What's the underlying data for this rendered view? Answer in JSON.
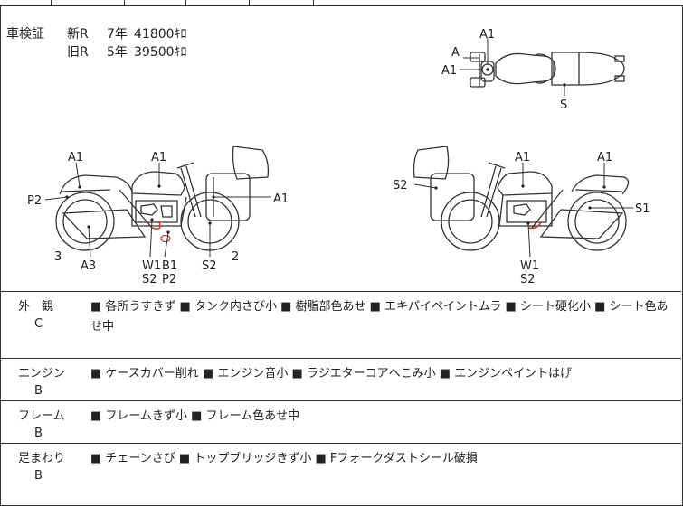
{
  "inspection": {
    "label": "車検証",
    "rows": [
      {
        "type": "新R",
        "years": "7年",
        "price": "41800ｷﾛ"
      },
      {
        "type": "旧R",
        "years": "5年",
        "price": "39500ｷﾛ"
      }
    ]
  },
  "diagram": {
    "top_view": {
      "a1_top": "A1",
      "a": "A",
      "a1_left": "A1",
      "s": "S"
    },
    "left_view": {
      "a1_front": "A1",
      "a1_tank": "A1",
      "p2": "P2",
      "a1_right": "A1",
      "num3": "3",
      "a3": "A3",
      "w1": "W1",
      "b1": "B1",
      "s2_low": "S2",
      "p2_low": "P2",
      "s2_wheel": "S2",
      "num2": "2"
    },
    "right_view": {
      "s2_left": "S2",
      "a1_tank": "A1",
      "a1_rear": "A1",
      "s1": "S1",
      "w1": "W1",
      "s2_low": "S2"
    }
  },
  "sections": [
    {
      "name": "外　観",
      "grade": "C",
      "notes": "■ 各所うすきず ■ タンク内さび小 ■ 樹脂部色あせ ■ エキパイペイントムラ ■ シート硬化小 ■ シート色あせ中"
    },
    {
      "name": "エンジン",
      "grade": "B",
      "notes": "■ ケースカバー削れ ■ エンジン音小 ■ ラジエターコアへこみ小 ■ エンジンペイントはげ"
    },
    {
      "name": "フレーム",
      "grade": "B",
      "notes": "■ フレームきず小 ■ フレーム色あせ中"
    },
    {
      "name": "足まわり",
      "grade": "B",
      "notes": "■ チェーンさび ■ トップブリッジきず小 ■ Fフォークダストシール破損"
    }
  ]
}
